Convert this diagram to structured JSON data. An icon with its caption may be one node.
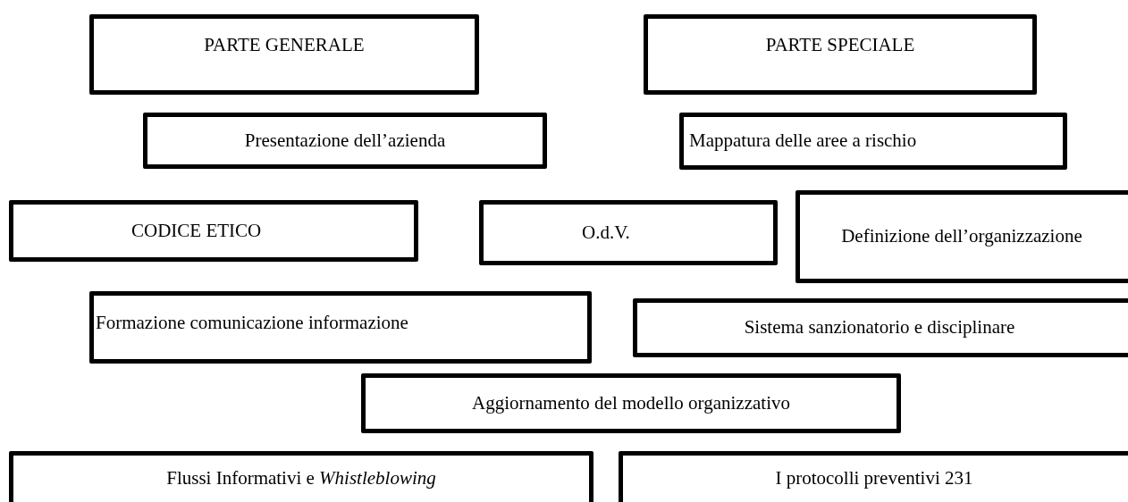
{
  "diagram": {
    "nodes": [
      {
        "text": [
          "PARTE GENERALE"
        ]
      },
      {
        "text": [
          "PARTE SPECIALE"
        ]
      },
      {
        "text": [
          "Presentazione dell’azienda"
        ]
      },
      {
        "text": [
          "Mappatura delle aree a rischio"
        ]
      },
      {
        "text": [
          "CODICE ETICO"
        ]
      },
      {
        "text": [
          "O.d.V."
        ]
      },
      {
        "text": [
          "Definizione dell’organizzazione"
        ]
      },
      {
        "text": [
          "Formazione comunicazione informazione"
        ]
      },
      {
        "text": [
          "Sistema sanzionatorio e disciplinare"
        ]
      },
      {
        "text": [
          "Aggiornamento del modello organizzativo"
        ]
      },
      {
        "text": [
          "Flussi Informativi e *Whistleblowing*"
        ]
      },
      {
        "text": [
          "I protocolli preventivi 231"
        ]
      }
    ]
  }
}
